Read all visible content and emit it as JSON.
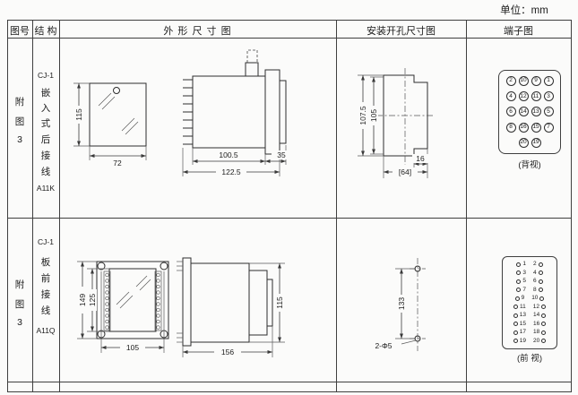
{
  "unit": "单位：mm",
  "header": {
    "fig": "图号",
    "structure": "结 构",
    "outline": "外 形 尺 寸 图",
    "mounting": "安装开孔尺寸图",
    "terminal": "端子图"
  },
  "rows": [
    {
      "fig": [
        "附",
        "图",
        "3"
      ],
      "structure": [
        "CJ-1",
        "嵌",
        "入",
        "式",
        "后",
        "接",
        "线",
        "A11K"
      ],
      "outline": {
        "height": "115",
        "width": "72",
        "body_depth": "100.5",
        "total_depth": "122.5",
        "flange_depth": "35"
      },
      "mounting": {
        "outer_height": "107.5",
        "inner_height": "105",
        "step": "16",
        "width": "[64]"
      },
      "terminal": {
        "grid": [
          [
            2,
            10,
            9,
            1
          ],
          [
            4,
            12,
            11,
            3
          ],
          [
            6,
            14,
            13,
            5
          ],
          [
            8,
            16,
            15,
            7
          ],
          [
            20,
            19
          ]
        ],
        "caption": "(背视)"
      }
    },
    {
      "fig": [
        "附",
        "图",
        "3"
      ],
      "structure": [
        "CJ-1",
        "板",
        "前",
        "接",
        "线",
        "A11Q"
      ],
      "outline": {
        "outer_height": "149",
        "inner_height": "125",
        "width": "105",
        "depth": "156",
        "side_height": "115"
      },
      "mounting": {
        "hole_spacing": "133",
        "holes": "2-Φ5"
      },
      "terminal": {
        "pairs": [
          [
            1,
            2
          ],
          [
            3,
            4
          ],
          [
            5,
            6
          ],
          [
            7,
            8
          ],
          [
            9,
            10
          ],
          [
            11,
            12
          ],
          [
            13,
            14
          ],
          [
            15,
            16
          ],
          [
            17,
            18
          ],
          [
            19,
            20
          ]
        ],
        "caption": "(前 视)"
      }
    }
  ]
}
